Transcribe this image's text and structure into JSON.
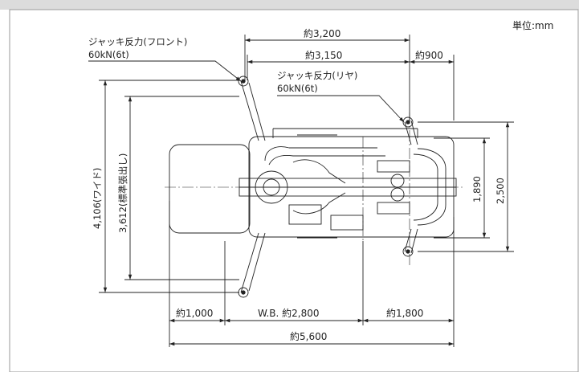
{
  "unit_label": "単位:mm",
  "annotations": {
    "front_jack_title": "ジャッキ反力(フロント)",
    "front_jack_value": "60kN(6t)",
    "rear_jack_title": "ジャッキ反力(リヤ)",
    "rear_jack_value": "60kN(6t)"
  },
  "dimensions": {
    "top_overall": "約3,200",
    "top_inner": "約3,150",
    "top_right": "約900",
    "left_outer": "4,106(ワイド)",
    "left_inner": "3,612(標準張出し)",
    "right_inner": "1,890",
    "right_outer": "2,500",
    "bottom_left": "約1,000",
    "bottom_wheelbase": "W.B. 約2,800",
    "bottom_right": "約1,800",
    "bottom_overall": "約5,600"
  },
  "colors": {
    "line": "#222222",
    "frame_border": "#9a9a9a",
    "top_band": "#dcdcdc"
  }
}
